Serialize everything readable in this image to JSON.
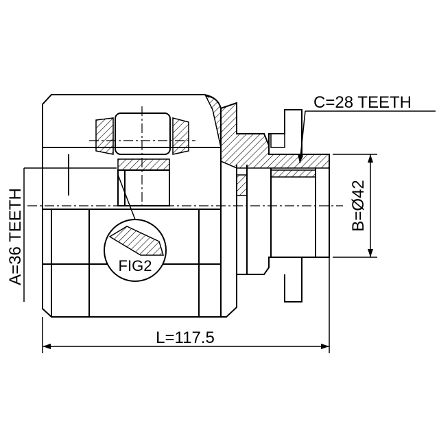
{
  "drawing": {
    "labels": {
      "c_teeth": "C=28 TEETH",
      "a_teeth": "A=36 TEETH",
      "b_diameter": "B=Ø42",
      "length": "L=117.5",
      "figure": "FIG2"
    },
    "colors": {
      "line": "#000000",
      "background": "#ffffff"
    }
  }
}
